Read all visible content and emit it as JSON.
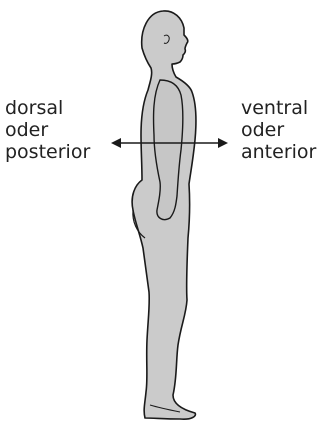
{
  "labels": {
    "left": [
      "dorsal",
      "oder",
      "posterior"
    ],
    "right": [
      "ventral",
      "oder",
      "anterior"
    ]
  },
  "colors": {
    "body_fill": "#cbcbcb",
    "outline": "#1a1a1a",
    "text": "#222222"
  }
}
